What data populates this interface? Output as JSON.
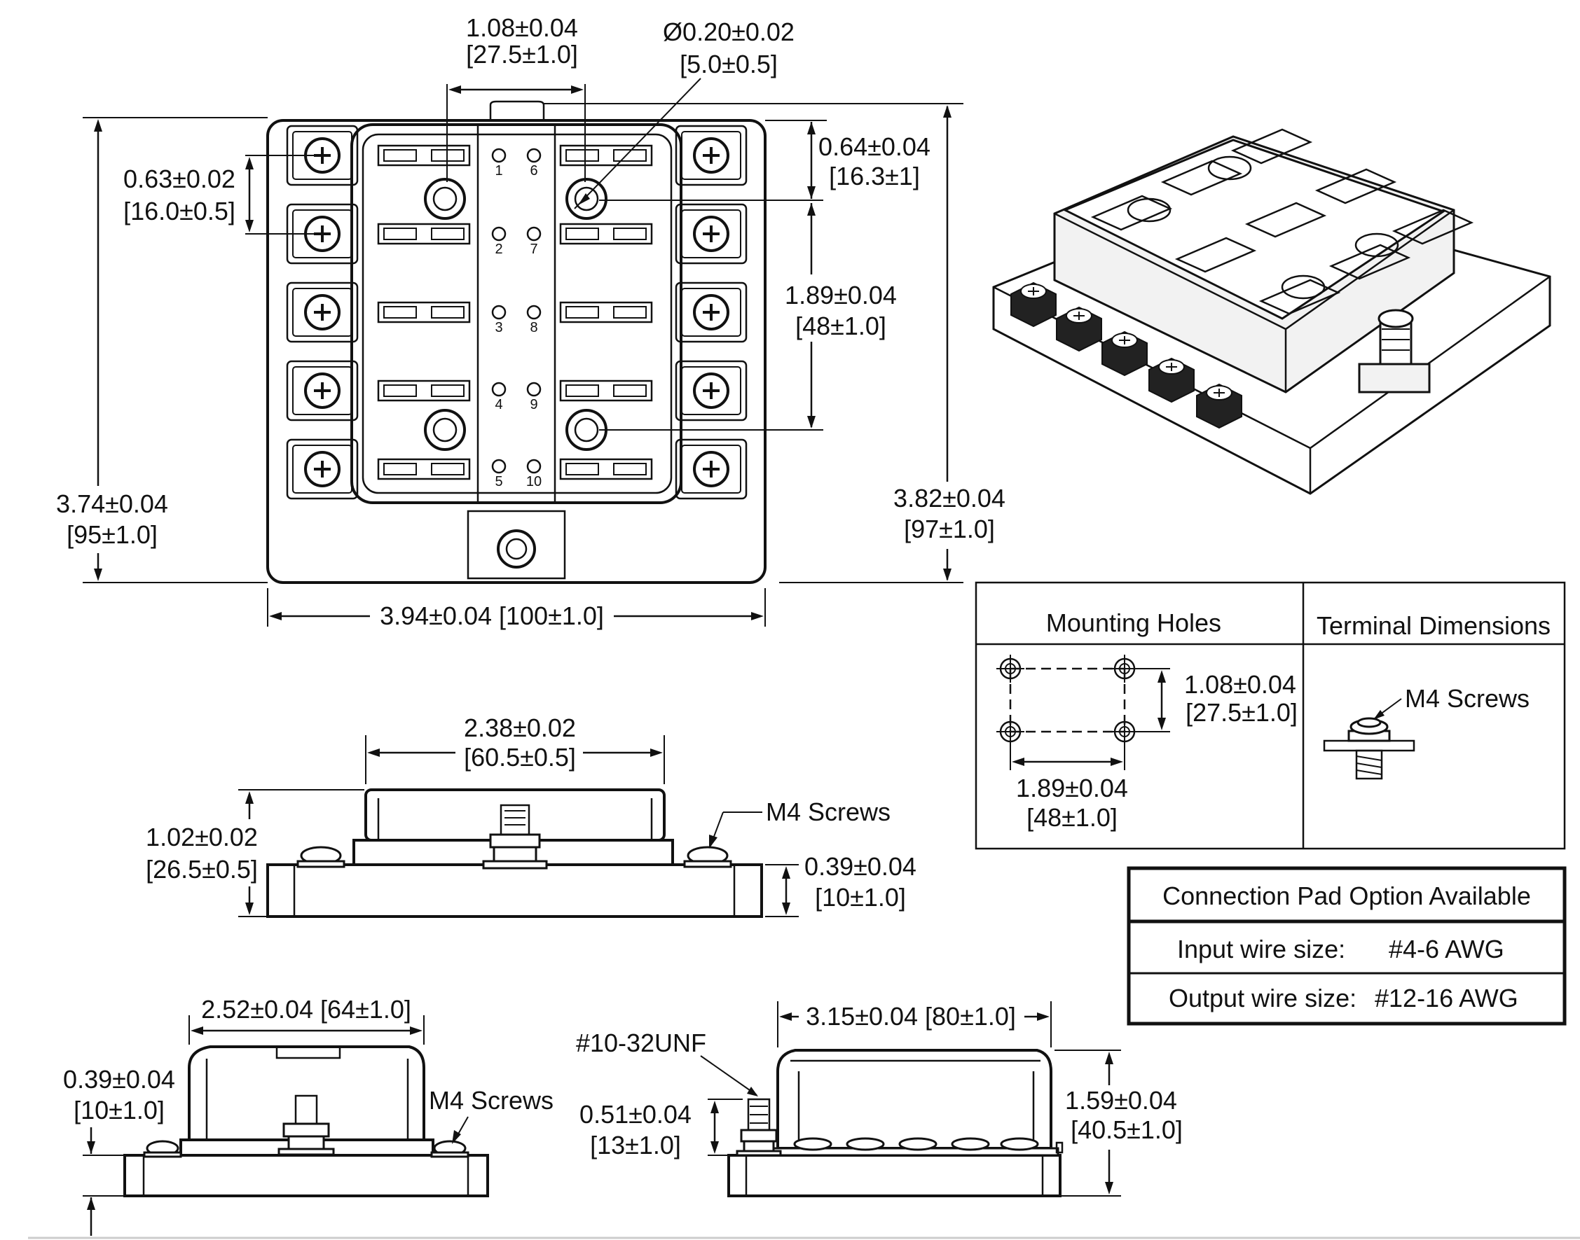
{
  "top_view": {
    "dim_hole_spacing": "1.08±0.04",
    "dim_hole_spacing_mm": "[27.5±1.0]",
    "dim_hole_diameter": "Ø0.20±0.02",
    "dim_hole_diameter_mm": "[5.0±0.5]",
    "dim_terminal_pitch": "0.63±0.02",
    "dim_terminal_pitch_mm": "[16.0±0.5]",
    "dim_top_offset": "0.64±0.04",
    "dim_top_offset_mm": "[16.3±1]",
    "dim_hole_vertical": "1.89±0.04",
    "dim_hole_vertical_mm": "[48±1.0]",
    "dim_height_left": "3.74±0.04",
    "dim_height_left_mm": "[95±1.0]",
    "dim_height_right": "3.82±0.04",
    "dim_height_right_mm": "[97±1.0]",
    "dim_width": "3.94±0.04 [100±1.0]",
    "slot_numbers": [
      "1",
      "2",
      "3",
      "4",
      "5",
      "6",
      "7",
      "8",
      "9",
      "10"
    ]
  },
  "front_view": {
    "dim_cover_width": "2.38±0.02",
    "dim_cover_width_mm": "[60.5±0.5]",
    "dim_total_height": "1.02±0.02",
    "dim_total_height_mm": "[26.5±0.5]",
    "dim_base_height": "0.39±0.04",
    "dim_base_height_mm": "[10±1.0]",
    "label_screws": "M4 Screws"
  },
  "side_view_left": {
    "dim_cover_width": "2.52±0.04 [64±1.0]",
    "dim_base_height": "0.39±0.04",
    "dim_base_height_mm": "[10±1.0]",
    "label_screws": "M4 Screws"
  },
  "side_view_right": {
    "dim_cover_width": "3.15±0.04 [80±1.0]",
    "label_thread": "#10-32UNF",
    "dim_stud_height": "0.51±0.04",
    "dim_stud_height_mm": "[13±1.0]",
    "dim_total_height": "1.59±0.04",
    "dim_total_height_mm": "[40.5±1.0]"
  },
  "mounting_table": {
    "header_holes": "Mounting Holes",
    "header_terminal": "Terminal Dimensions",
    "dim_vertical": "1.08±0.04",
    "dim_vertical_mm": "[27.5±1.0]",
    "dim_horizontal": "1.89±0.04",
    "dim_horizontal_mm": "[48±1.0]",
    "terminal_label": "M4 Screws"
  },
  "connection_box": {
    "title": "Connection Pad Option Available",
    "input_label": "Input wire size:",
    "input_value": "#4-6 AWG",
    "output_label": "Output wire size:",
    "output_value": "#12-16 AWG"
  }
}
